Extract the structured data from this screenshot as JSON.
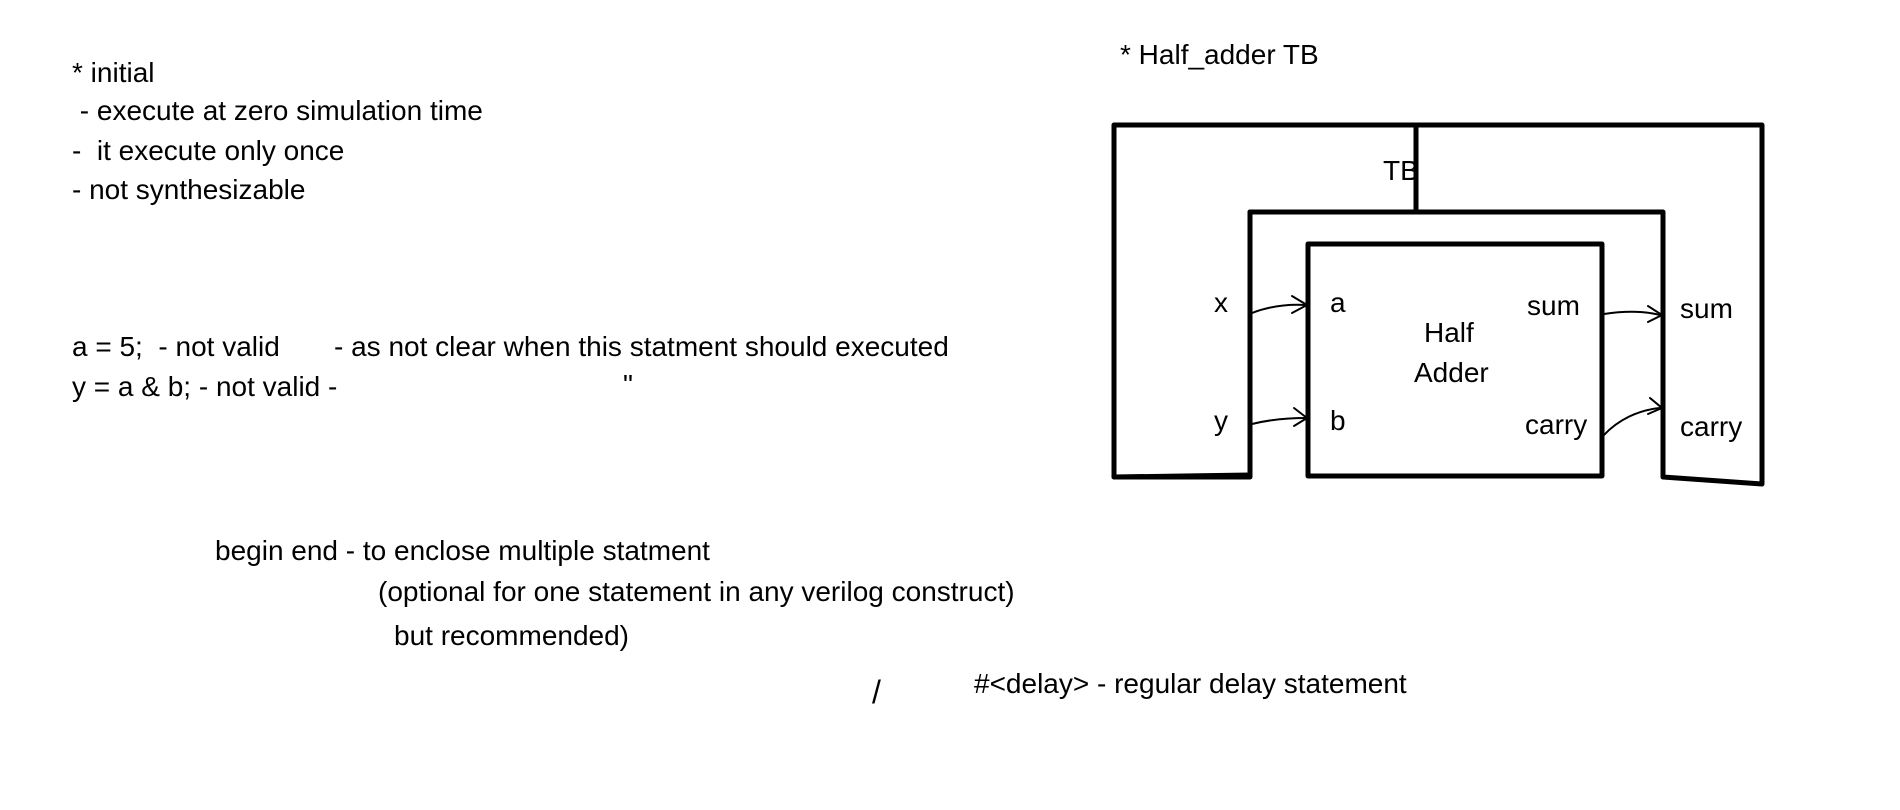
{
  "notes": {
    "initial_title": "* initial",
    "initial_1": " - execute at zero simulation time",
    "initial_2": "-  it execute only once",
    "initial_3": "- not synthesizable",
    "stmt_1_code": "a = 5;  - not valid",
    "stmt_1_reason": "- as not clear when this statment should executed",
    "stmt_2_code": "y = a & b; - not valid -",
    "stmt_2_ditto": "\"",
    "begin_end_1": "begin end - to enclose multiple statment",
    "begin_end_2": "(optional for one statement in any verilog construct)",
    "begin_end_3": "but recommended)",
    "slash": "/",
    "delay": "#<delay> - regular delay statement"
  },
  "diagram": {
    "title": "* Half_adder TB",
    "tb_label": "TB",
    "module_line1": "Half",
    "module_line2": "Adder",
    "tb_inputs": [
      "x",
      "y"
    ],
    "module_inputs": [
      "a",
      "b"
    ],
    "module_outputs": [
      "sum",
      "carry"
    ],
    "tb_outputs": [
      "sum",
      "carry"
    ]
  }
}
